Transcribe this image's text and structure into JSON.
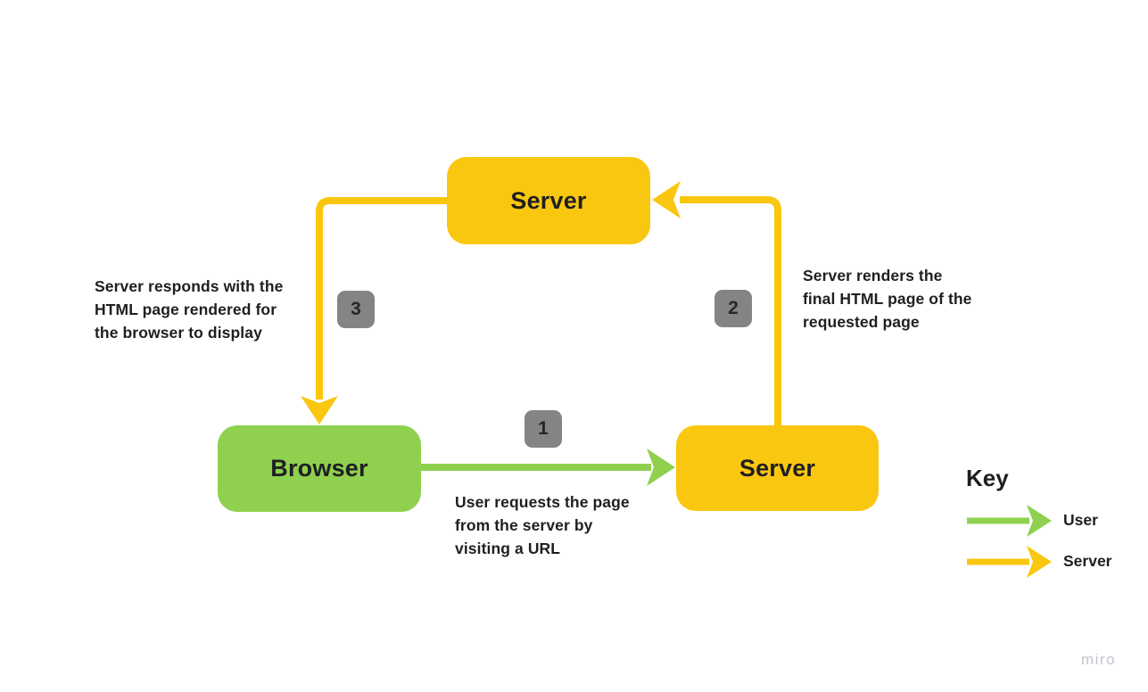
{
  "diagram": {
    "nodes": [
      {
        "id": "server-top",
        "label": "Server",
        "color": "#FAC710"
      },
      {
        "id": "browser",
        "label": "Browser",
        "color": "#8FD14F"
      },
      {
        "id": "server-right",
        "label": "Server",
        "color": "#FAC710"
      }
    ],
    "steps": [
      {
        "number": "1",
        "from": "browser",
        "to": "server-right",
        "arrow_color": "#8FD14F",
        "text": "User requests the page\nfrom the server by\nvisiting a URL"
      },
      {
        "number": "2",
        "from": "server-right",
        "to": "server-top",
        "arrow_color": "#FAC710",
        "text": "Server renders the\nfinal HTML page of the\nrequested page"
      },
      {
        "number": "3",
        "from": "server-top",
        "to": "browser",
        "arrow_color": "#FAC710",
        "text": "Server responds with the\nHTML page rendered for\nthe browser to display"
      }
    ],
    "badge_color": "#848484"
  },
  "key": {
    "title": "Key",
    "items": [
      {
        "label": "User",
        "color": "#8FD14F"
      },
      {
        "label": "Server",
        "color": "#FAC710"
      }
    ]
  },
  "watermark": "miro",
  "colors": {
    "yellow": "#FAC710",
    "green": "#8FD14F",
    "gray": "#848484",
    "text": "#1F1F23",
    "background": "#FFFFFF",
    "watermark_text": "#C4C3CF"
  }
}
